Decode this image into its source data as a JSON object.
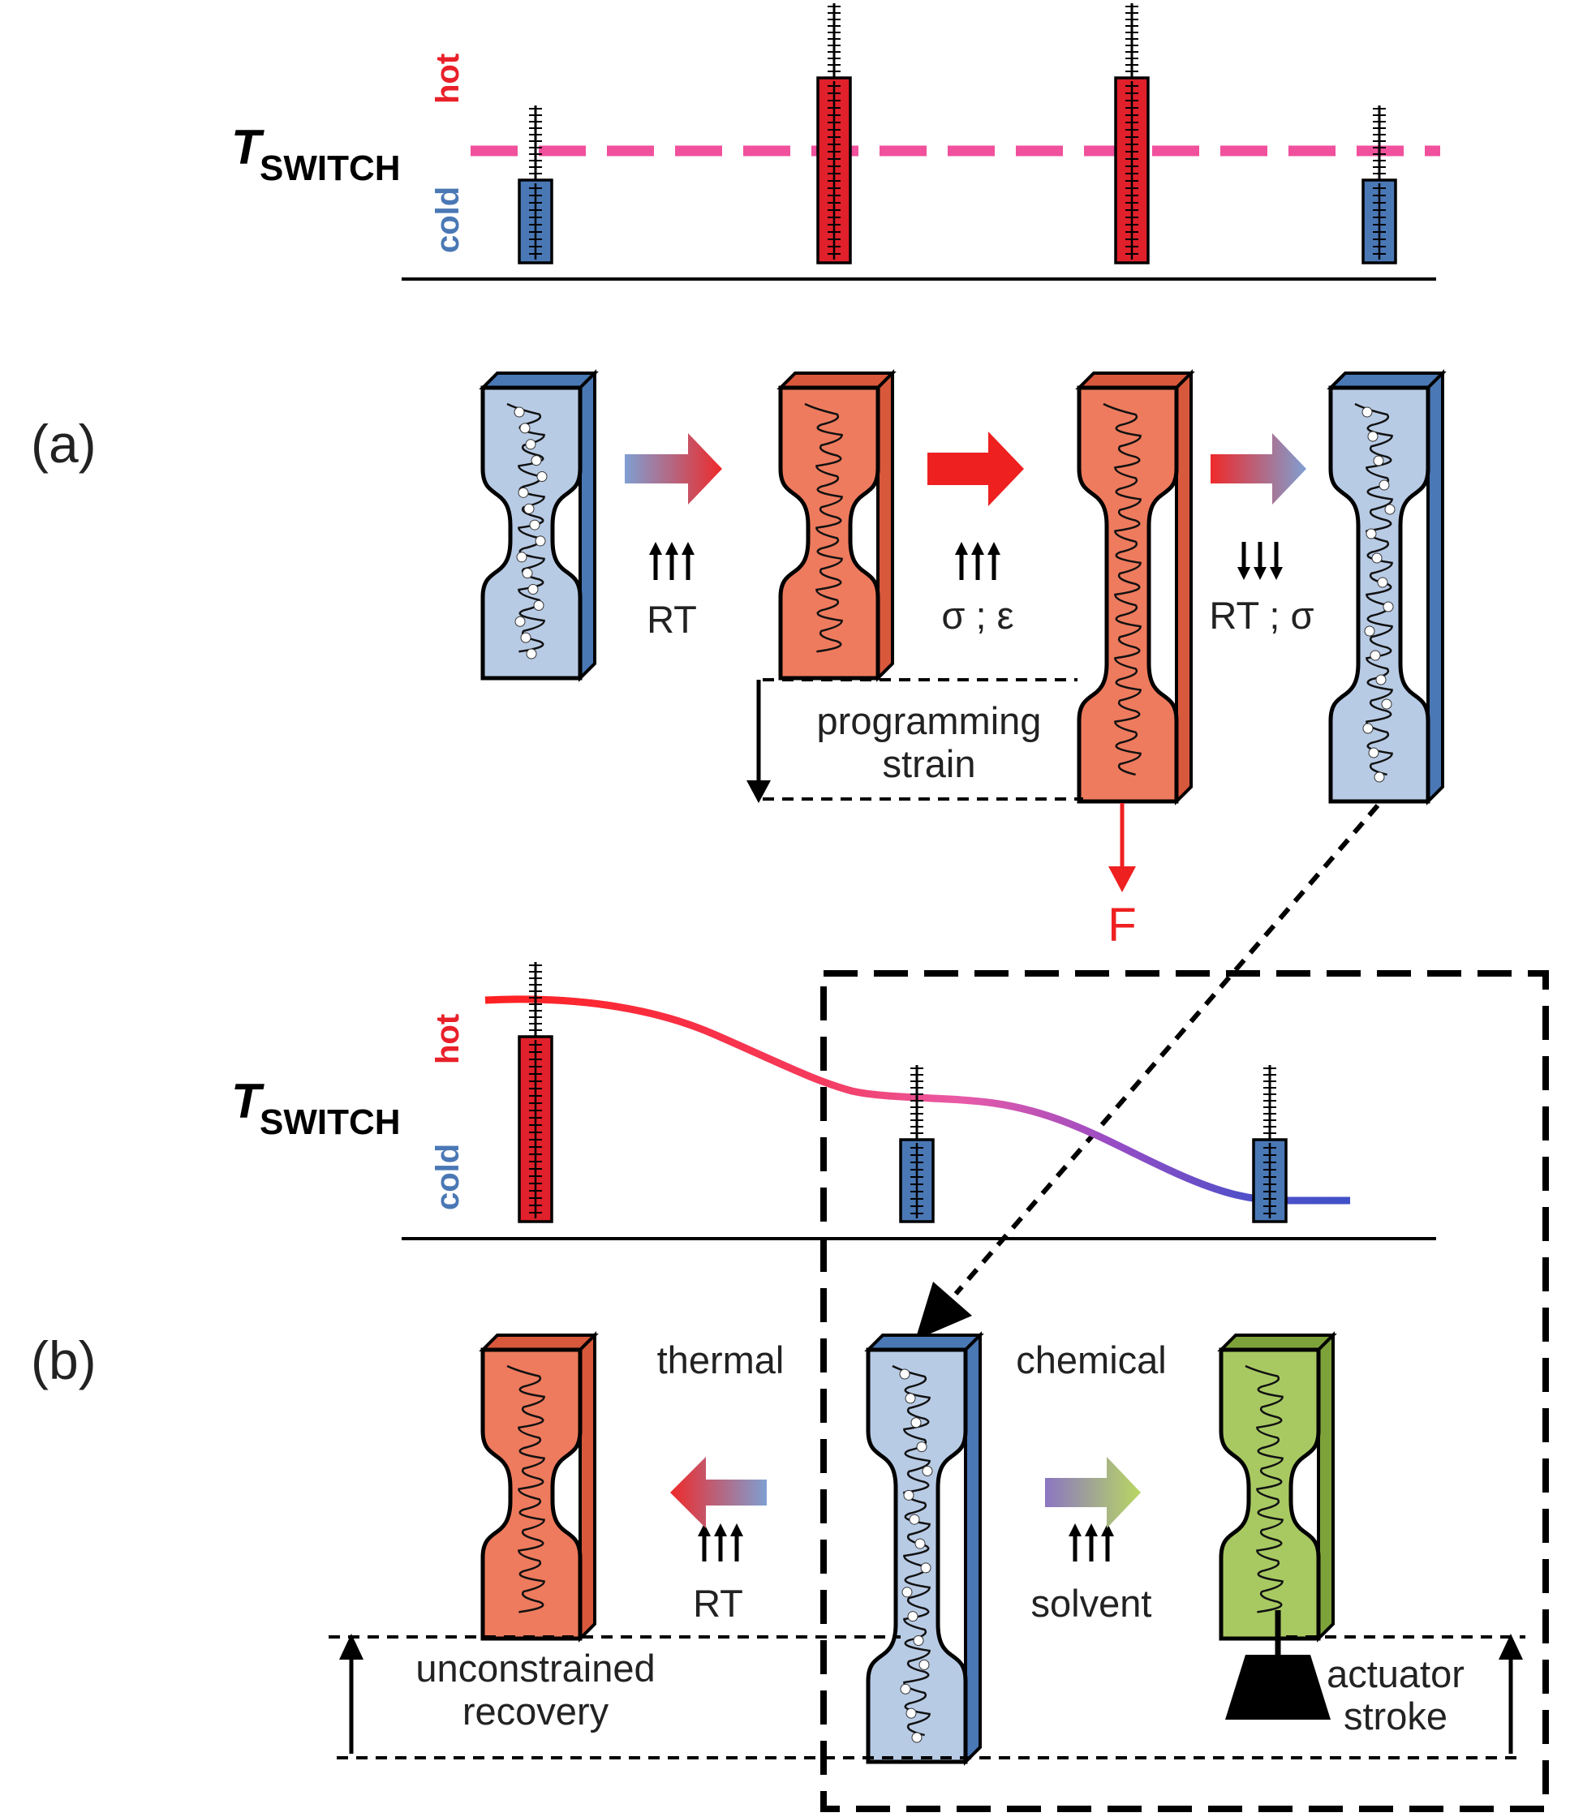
{
  "panel_labels": {
    "a": "(a)",
    "b": "(b)"
  },
  "switch_label": {
    "main": "T",
    "sub": "SWITCH"
  },
  "temp_labels": {
    "hot": "hot",
    "cold": "cold"
  },
  "step_labels": {
    "a1": "RT",
    "a2": "σ ; ε",
    "a3": "RT ; σ",
    "b_left_top": "thermal",
    "b_left_bottom": "RT",
    "b_right_top": "chemical",
    "b_right_bottom": "solvent"
  },
  "annotations": {
    "programming": "programming",
    "strain": "strain",
    "force": "F",
    "unconstrained": "unconstrained",
    "recovery": "recovery",
    "actuator": "actuator",
    "stroke": "stroke"
  },
  "colors": {
    "hot": "#e8202a",
    "cold": "#4a78b5",
    "switch_line": "#f0509c",
    "bar_hot": "#e0202a",
    "bar_cold": "#4a78b5",
    "specimen_hot": "#ee7b5e",
    "specimen_cold": "#b8cbe5",
    "specimen_chem": "#a8c962",
    "arrow_red": "#ee2020"
  },
  "chart_data": [
    {
      "type": "bar",
      "values_level": [
        "cold",
        "hot",
        "hot",
        "cold"
      ],
      "threshold": "T_SWITCH"
    },
    {
      "type": "bar",
      "values_level": [
        "hot",
        "cold",
        "cold"
      ],
      "threshold": "T_SWITCH"
    }
  ]
}
